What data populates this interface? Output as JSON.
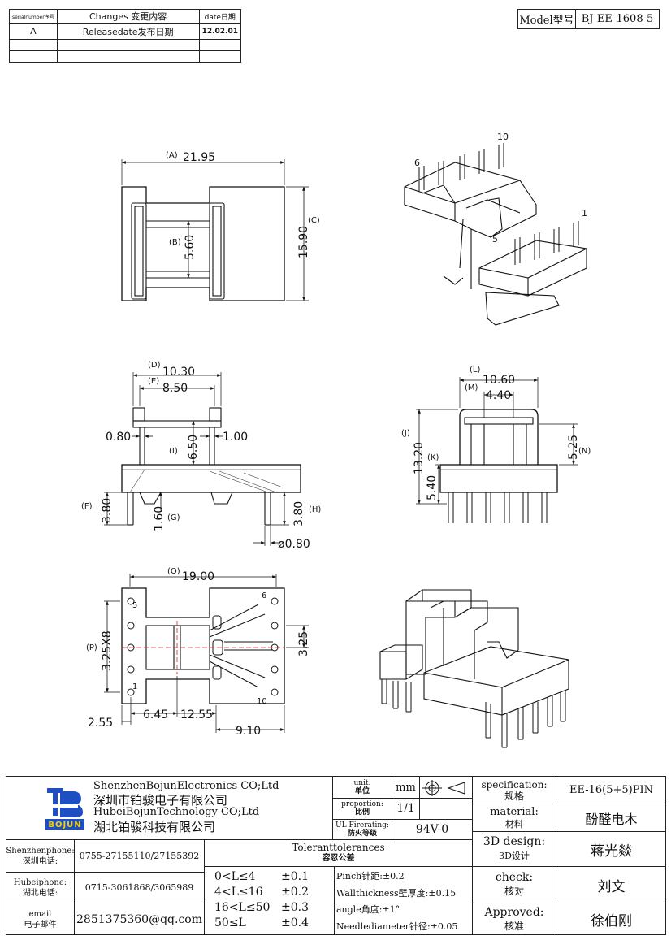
{
  "revision": {
    "headers": [
      "serialnumber序号",
      "Changes 变更内容",
      "date日期"
    ],
    "rows": [
      [
        "A",
        "Releasedate发布日期",
        "12.02.01"
      ],
      [
        "",
        "",
        ""
      ],
      [
        "",
        "",
        ""
      ]
    ]
  },
  "model": {
    "label": "Model型号",
    "value": "BJ-EE-1608-5"
  },
  "views": {
    "top": {
      "A_label": "(A)",
      "A_value": "21.95",
      "B_label": "(B)",
      "B_value": "5.60",
      "C_label": "(C)",
      "C_value": "15.90"
    },
    "front": {
      "D_label": "(D)",
      "D_value": "10.30",
      "E_label": "(E)",
      "E_value": "8.50",
      "left_wall": "0.80",
      "right_wall": "1.00",
      "I_label": "(I)",
      "I_value": "6.50",
      "F_label": "(F)",
      "F_value": "3.80",
      "G_label": "(G)",
      "G_value": "1.60",
      "H_label": "(H)",
      "H_value": "3.80",
      "pin_dia": "ø0.80"
    },
    "side": {
      "L_label": "(L)",
      "L_value": "10.60",
      "M_label": "(M)",
      "M_value": "4.40",
      "J_label": "(J)",
      "J_value": "13.20",
      "K_label": "(K)",
      "K_value": "5.40",
      "N_label": "(N)",
      "N_value": "5.25"
    },
    "bottom": {
      "O_label": "(O)",
      "O_value": "19.00",
      "P_label": "(P)",
      "P_value": "3.25X8",
      "right_pitch": "3.25",
      "left_edge": "2.55",
      "mid_a": "6.45",
      "mid_b": "12.55",
      "right_edge": "9.10",
      "pin5": "5",
      "pin6": "6",
      "pin1": "1",
      "pin10": "10"
    },
    "iso": {
      "pin10": "10",
      "pin6": "6",
      "pin1": "1",
      "pin5": "5"
    }
  },
  "title_block": {
    "company_en_1": "ShenzhenBojunElectronics CO;Ltd",
    "company_cn_1": "深圳市铂骏电子有限公司",
    "company_en_2": "HubeiBojunTechnology CO;Ltd",
    "company_cn_2": "湖北铂骏科技有限公司",
    "logo_text": "BOJUN",
    "unit_label_en": "unit:",
    "unit_label_cn": "单位",
    "unit_value": "mm",
    "proportion_label_en": "proportion:",
    "proportion_label_cn": "比例",
    "proportion_value": "1/1",
    "ul_label_en": "UL Firerating:",
    "ul_label_cn": "防火等级",
    "ul_value": "94V-0",
    "spec_label_en": "specification:",
    "spec_label_cn": "规格",
    "spec_value": "EE-16(5+5)PIN",
    "material_label_en": "material:",
    "material_label_cn": "材料",
    "material_value": "酚醛电木",
    "design_label_en": "3D design:",
    "design_label_cn": "3D设计",
    "design_value": "蒋光燚",
    "check_label_en": "check:",
    "check_label_cn": "核对",
    "check_value": "刘文",
    "approved_label_en": "Approved:",
    "approved_label_cn": "核准",
    "approved_value": "徐伯刚",
    "sz_phone_label_en": "Shenzhenphone:",
    "sz_phone_label_cn": "深圳电话:",
    "sz_phone_value": "0755-27155110/27155392",
    "hb_phone_label_en": "Hubeiphone:",
    "hb_phone_label_cn": "湖北电话:",
    "hb_phone_value": "0715-3061868/3065989",
    "email_label_en": "email",
    "email_label_cn": "电子邮件",
    "email_value": "2851375360@qq.com",
    "tol_title_en": "Toleranttolerances",
    "tol_title_cn": "容忍公差",
    "tol_rows": [
      [
        "0<L≤4",
        "±0.1"
      ],
      [
        "4<L≤16",
        "±0.2"
      ],
      [
        "16<L≤50",
        "±0.3"
      ],
      [
        "50≤L",
        "±0.4"
      ]
    ],
    "tol_notes": [
      "Pinch针距:±0.2",
      "Wallthickness壁厚度:±0.15",
      "angle角度:±1°",
      "Needlediameter针径:±0.05"
    ]
  }
}
